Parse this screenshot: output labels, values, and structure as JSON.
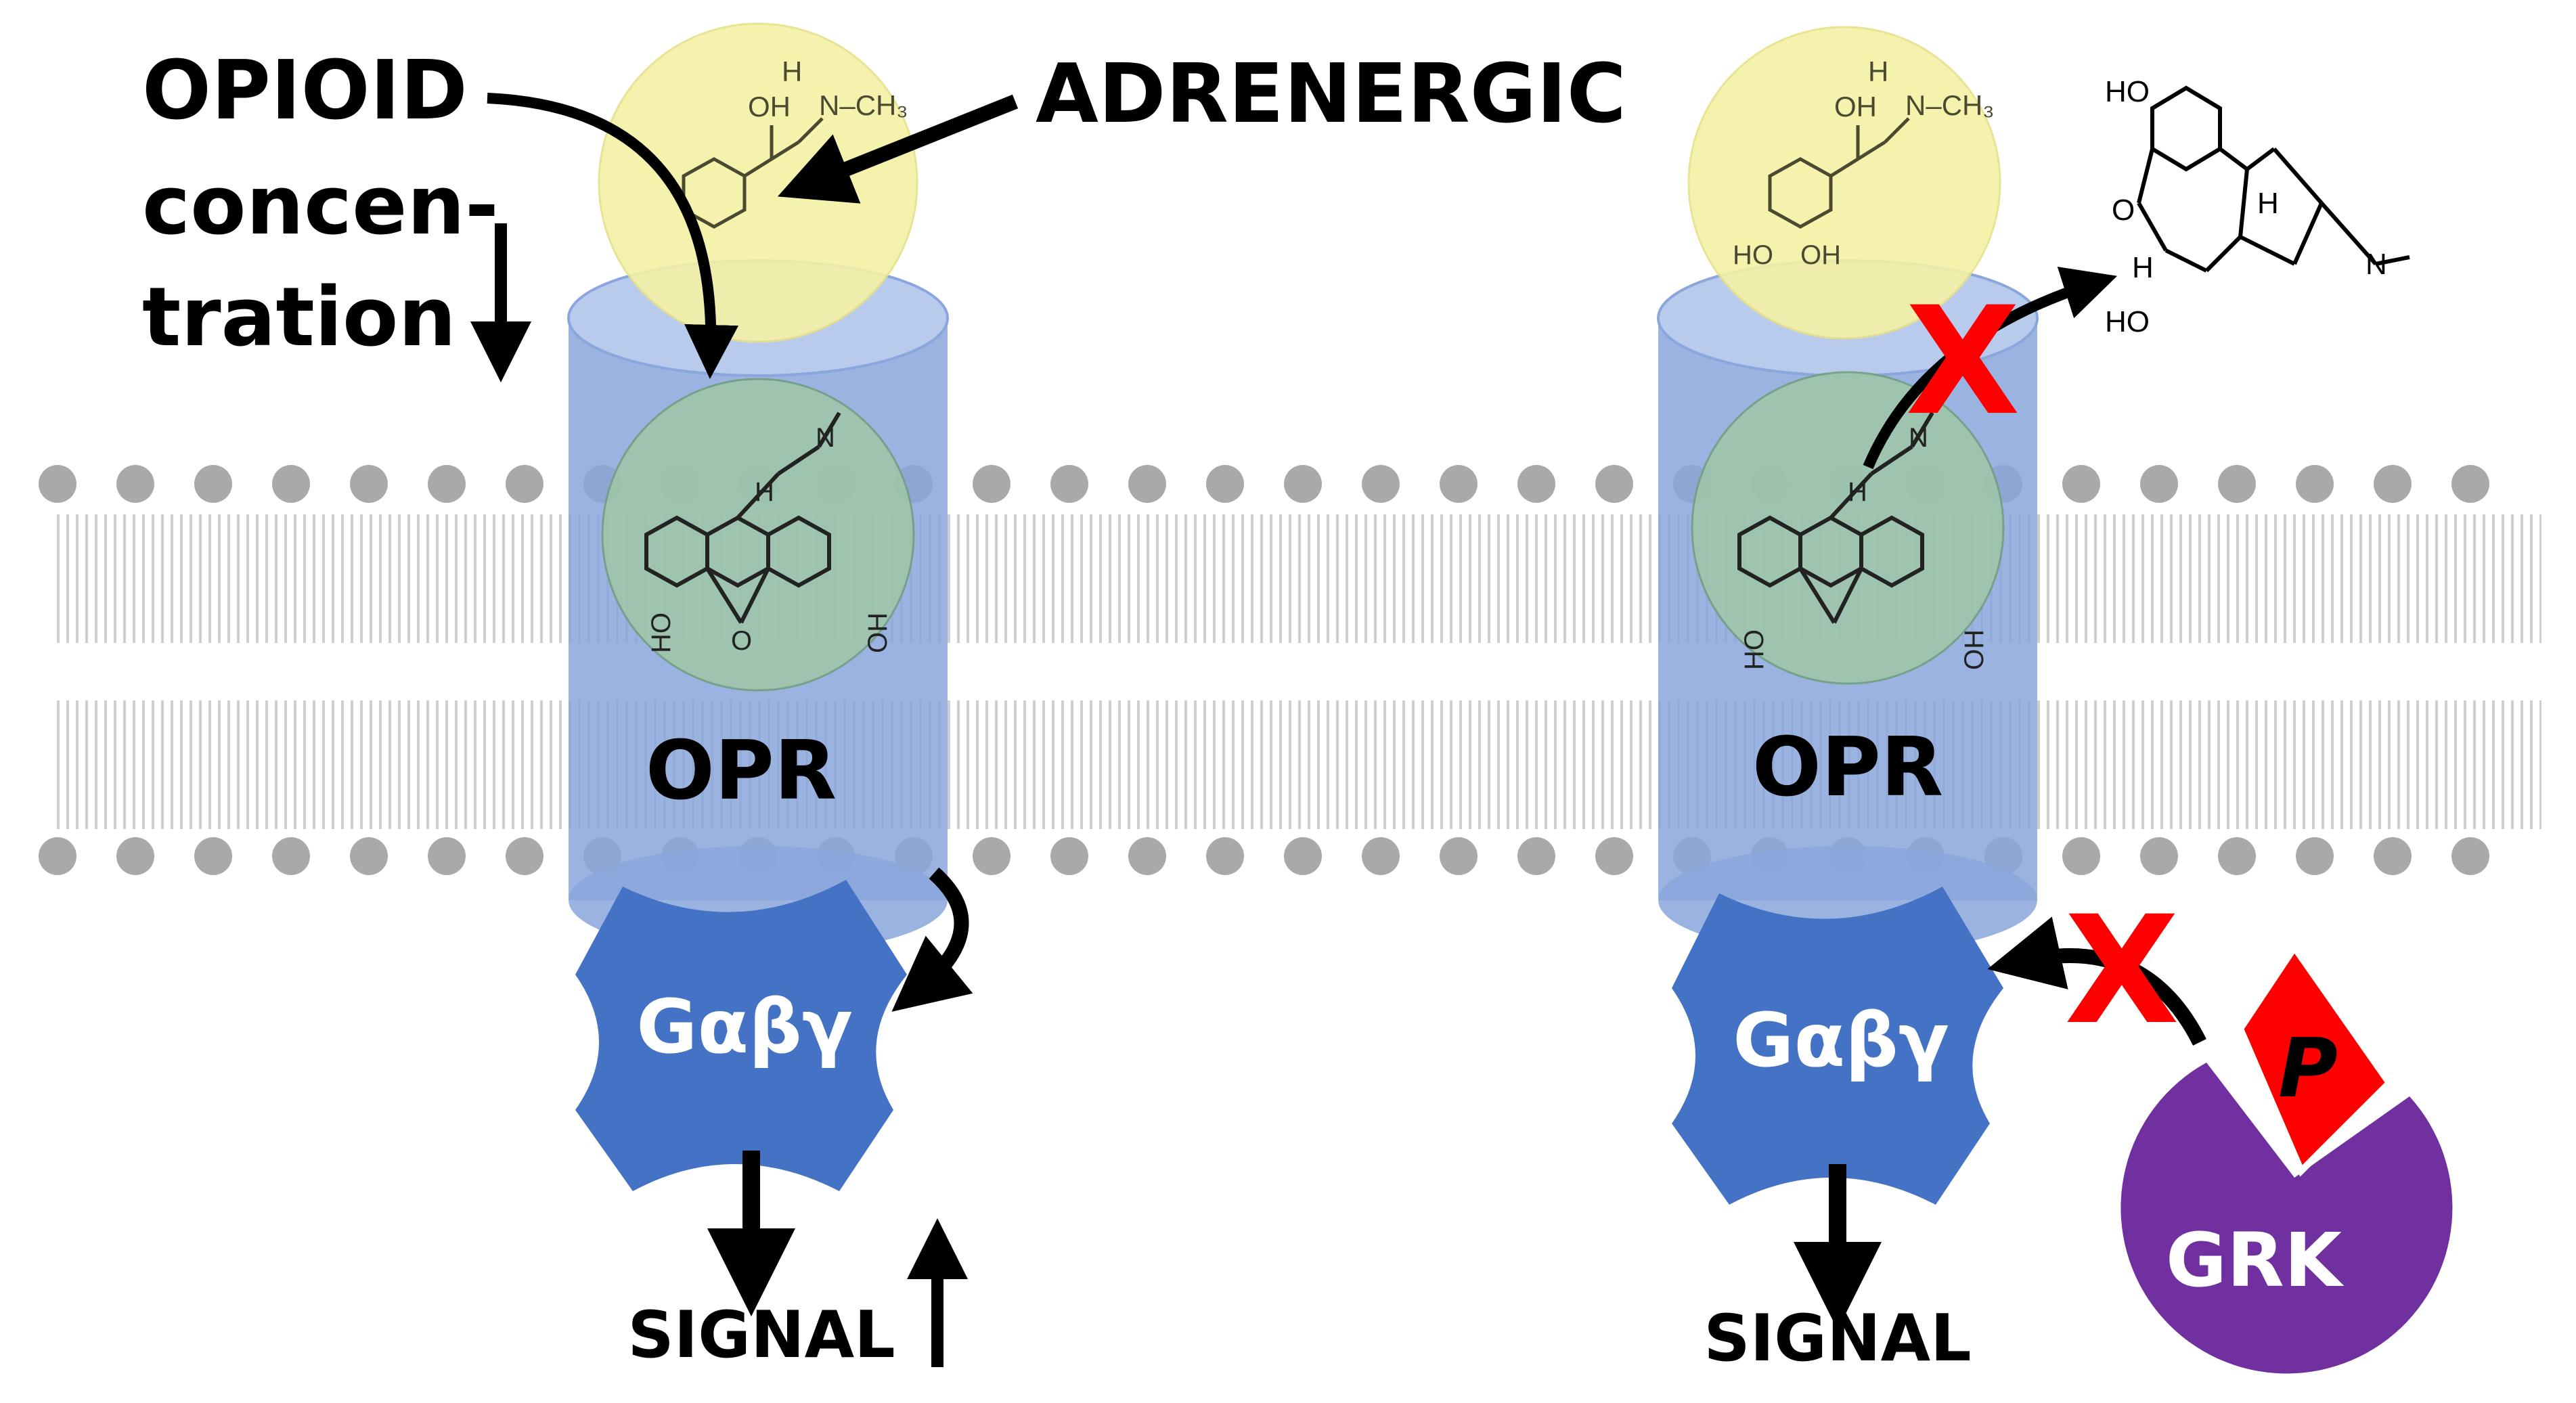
{
  "left_panel": {
    "opioid_label_lines": [
      "OPIOID",
      "concen-",
      "tration"
    ],
    "adrenergic_label": "ADRENERGIC",
    "receptor_label": "OPR",
    "g_protein_label": "Gαβγ",
    "signal_label": "SIGNAL"
  },
  "right_panel": {
    "receptor_label": "OPR",
    "g_protein_label": "Gαβγ",
    "signal_label": "SIGNAL",
    "kinase_label": "GRK",
    "phosphate_label": "P",
    "block_mark": "X"
  },
  "molecule_text": {
    "oh": "OH",
    "ho": "HO",
    "n": "N",
    "h": "H",
    "nh": "H",
    "ch3": "N–CH₃"
  },
  "colors": {
    "membrane_dot": "#a9a9a9",
    "membrane_line": "#c8c8c8",
    "receptor": "#8aa6dc",
    "receptor_top": "#b9cbec",
    "g_protein": "#4472c4",
    "ligand_adrenergic": "#f4f1a5",
    "ligand_opioid": "#9fc8a8",
    "grk": "#7030a0",
    "phosphate": "#ff0000",
    "block_x": "#ff0000"
  }
}
